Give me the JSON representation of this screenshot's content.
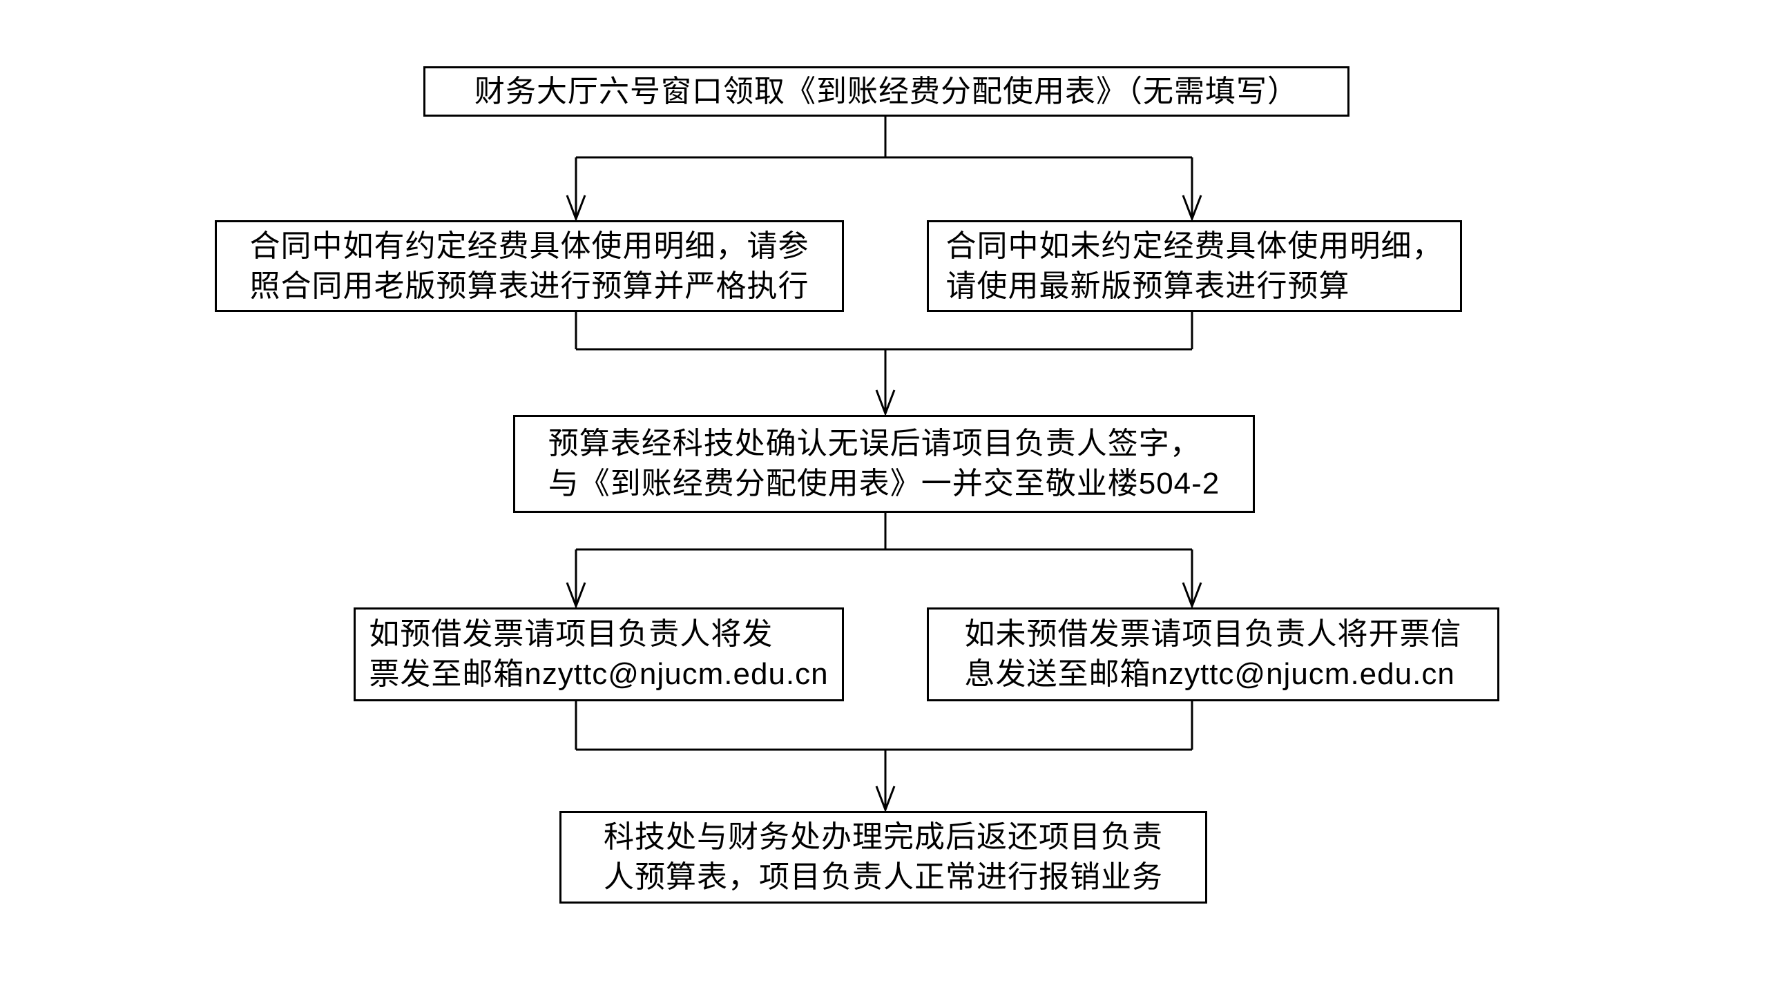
{
  "flowchart": {
    "nodes": {
      "step1": {
        "text": "财务大厅六号窗口领取《到账经费分配使用表》（无需填写）"
      },
      "step2_left": {
        "text": "合同中如有约定经费具体使用明细，请参\n照合同用老版预算表进行预算并严格执行"
      },
      "step2_right": {
        "text": "合同中如未约定经费具体使用明细，\n请使用最新版预算表进行预算"
      },
      "step3": {
        "text": "预算表经科技处确认无误后请项目负责人签字，\n与《到账经费分配使用表》一并交至敬业楼504-2"
      },
      "step4_left": {
        "text": "如预借发票请项目负责人将发\n票发至邮箱nzyttc@njucm.edu.cn"
      },
      "step4_right": {
        "text": "如未预借发票请项目负责人将开票信\n息发送至邮箱nzyttc@njucm.edu.cn"
      },
      "step5": {
        "text": "科技处与财务处办理完成后返还项目负责\n人预算表，项目负责人正常进行报销业务"
      }
    },
    "edges": [
      {
        "from": "step1",
        "to": "step2_left"
      },
      {
        "from": "step1",
        "to": "step2_right"
      },
      {
        "from": "step2_left",
        "to": "step3"
      },
      {
        "from": "step2_right",
        "to": "step3"
      },
      {
        "from": "step3",
        "to": "step4_left"
      },
      {
        "from": "step3",
        "to": "step4_right"
      },
      {
        "from": "step4_left",
        "to": "step5"
      },
      {
        "from": "step4_right",
        "to": "step5"
      },
      {
        "from": "step5",
        "to": null
      }
    ],
    "email": "nzyttc@njucm.edu.cn",
    "room": "敬业楼504-2",
    "colors": {
      "background": "#ffffff",
      "box_border": "#000000",
      "line": "#000000",
      "text": "#000000"
    }
  }
}
